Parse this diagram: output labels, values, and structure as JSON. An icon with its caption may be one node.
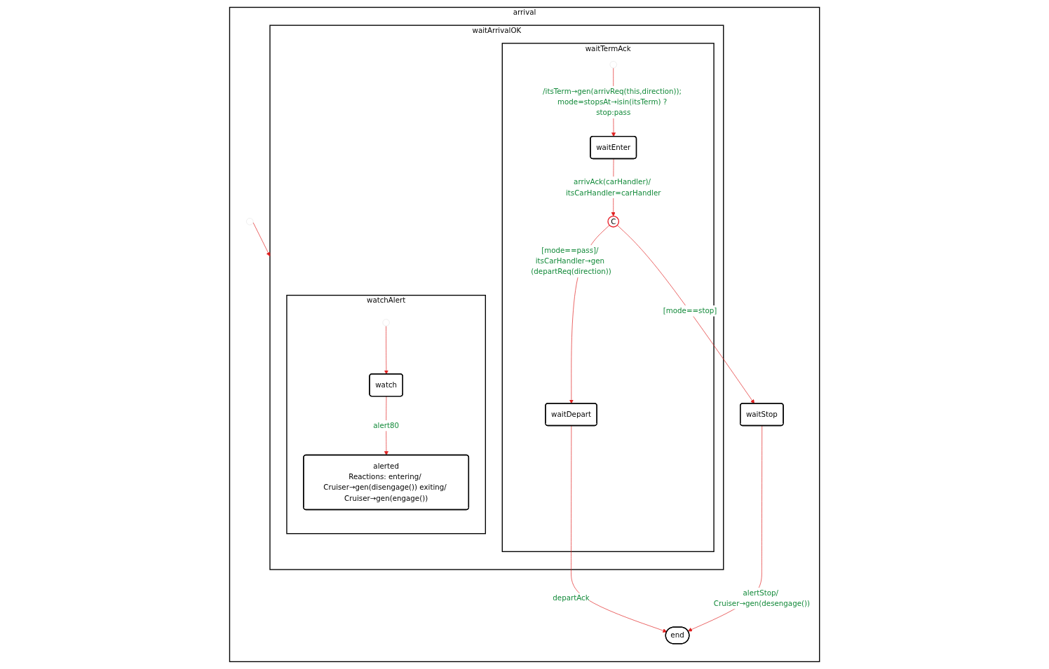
{
  "diagram": {
    "nodes": [
      {
        "text": [
          "arrival"
        ]
      },
      {
        "text": [],
        "shape": "circle",
        "in": 0
      },
      {
        "text": [
          "waitArrivalOK"
        ],
        "in": 0
      },
      {
        "text": [
          "waitTermAck"
        ],
        "in": 2
      },
      {
        "text": [],
        "shape": "circle",
        "in": 3
      },
      {
        "text": [
          "waitEnter"
        ],
        "in": 3
      },
      {
        "text": [
          "C"
        ],
        "in": 3
      },
      {
        "text": [
          "waitDepart"
        ],
        "in": 3
      },
      {
        "text": [
          "watchAlert"
        ],
        "in": 2
      },
      {
        "text": [],
        "shape": "circle",
        "in": 8
      },
      {
        "text": [
          "watch"
        ],
        "in": 8
      },
      {
        "text": [
          "alerted",
          "Reactions: entering/ Cruiser→gen(disengage()) exiting/ Cruiser→gen(engage())"
        ],
        "in": 8
      },
      {
        "text": [
          "waitStop"
        ],
        "in": 0
      },
      {
        "text": [
          "end"
        ],
        "in": 0
      }
    ],
    "edges": [
      {
        "from": 1,
        "to": 2,
        "arrow": "to"
      },
      {
        "from": 4,
        "to": 5,
        "arrow": "to",
        "label": "/itsTerm→gen(arrivReq(this,direction)); mode=stopsAt→isin(itsTerm) ? stop:pass"
      },
      {
        "from": 5,
        "to": 6,
        "arrow": "to",
        "label": "arrivAck(carHandler)/ itsCarHandler=carHandler"
      },
      {
        "from": 6,
        "to": 7,
        "arrow": "to",
        "label": "[mode==pass]/ itsCarHandler→gen (departReq(direction))"
      },
      {
        "from": 6,
        "to": 12,
        "arrow": "to",
        "label": "[mode==stop]"
      },
      {
        "from": 9,
        "to": 10,
        "arrow": "to"
      },
      {
        "from": 10,
        "to": 11,
        "arrow": "to",
        "label": "alert80"
      },
      {
        "from": 7,
        "to": 13,
        "arrow": "to",
        "label": "departAck"
      },
      {
        "from": 12,
        "to": 13,
        "arrow": "to",
        "label": "alertStop/ Cruiser→gen(desengage())"
      }
    ]
  }
}
